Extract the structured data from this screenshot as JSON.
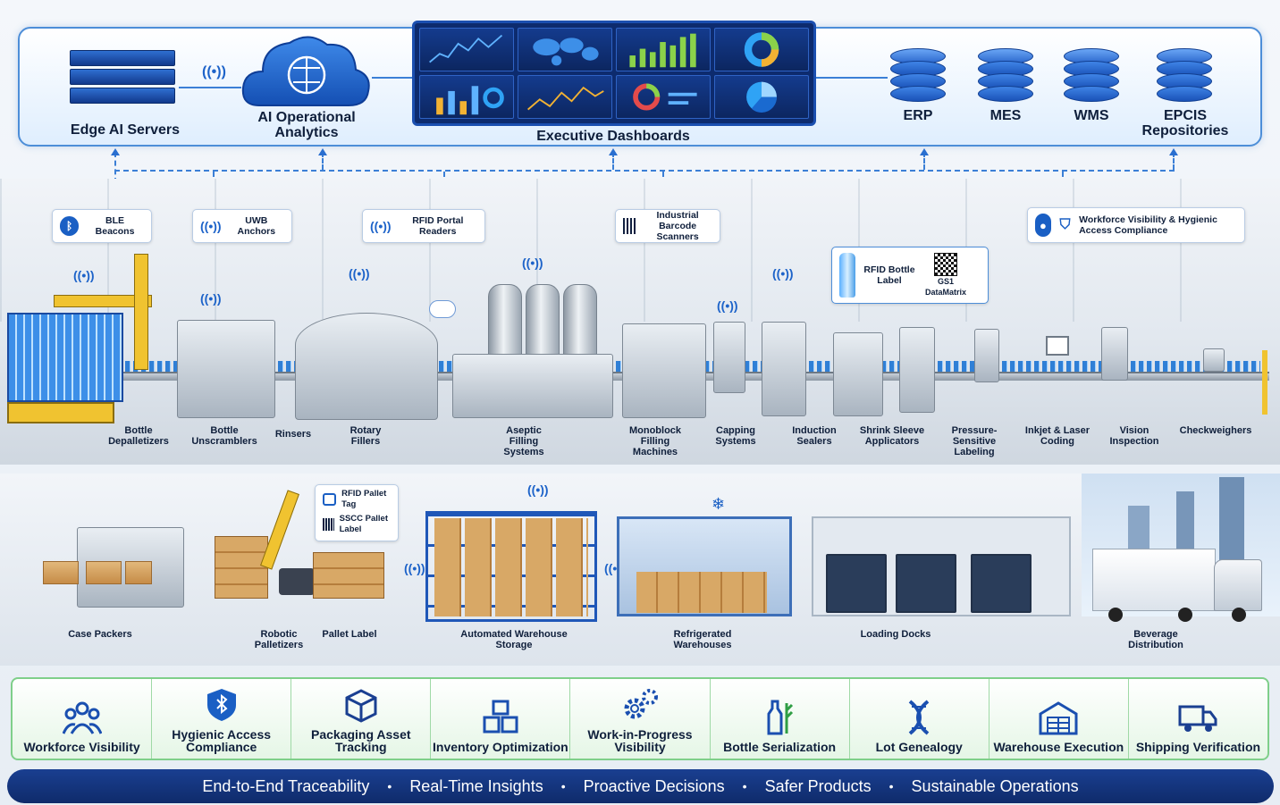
{
  "top_systems": {
    "edge_ai": "Edge AI Servers",
    "ai_analytics": "AI Operational Analytics",
    "dashboards": "Executive Dashboards",
    "erp": "ERP",
    "mes": "MES",
    "wms": "WMS",
    "epcis": "EPCIS Repositories"
  },
  "sensors": {
    "ble": "BLE Beacons",
    "uwb": "UWB Anchors",
    "rfid_portal": "RFID Portal Readers",
    "barcode": "Industrial Barcode Scanners",
    "workforce": "Workforce Visibility & Hygienic Access Compliance",
    "rfid_bottle_label": "RFID Bottle Label",
    "gs1": "GS1 DataMatrix"
  },
  "line_stations": [
    "Bottle Depalletizers",
    "Bottle Unscramblers",
    "Rinsers",
    "Rotary Fillers",
    "Aseptic Filling Systems",
    "Monoblock Filling Machines",
    "Capping Systems",
    "Induction Sealers",
    "Shrink Sleeve Applicators",
    "Pressure-Sensitive Labeling",
    "Inkjet & Laser Coding",
    "Vision Inspection",
    "Checkweighers"
  ],
  "pallet_tags": {
    "rfid_pallet": "RFID Pallet Tag",
    "sscc": "SSCC Pallet Label"
  },
  "warehouse_stations": [
    "Case Packers",
    "Robotic Palletizers",
    "Pallet Label",
    "Automated Warehouse Storage",
    "Refrigerated Warehouses",
    "Loading Docks",
    "Beverage Distribution"
  ],
  "benefits": [
    {
      "label": "Workforce Visibility",
      "icon": "people-icon"
    },
    {
      "label": "Hygienic Access Compliance",
      "icon": "shield-bluetooth-icon"
    },
    {
      "label": "Packaging Asset Tracking",
      "icon": "box-icon"
    },
    {
      "label": "Inventory Optimization",
      "icon": "boxes-icon"
    },
    {
      "label": "Work-in-Progress Visibility",
      "icon": "gears-icon"
    },
    {
      "label": "Bottle Serialization",
      "icon": "bottles-icon"
    },
    {
      "label": "Lot Genealogy",
      "icon": "dna-icon"
    },
    {
      "label": "Warehouse Execution",
      "icon": "warehouse-icon"
    },
    {
      "label": "Shipping Verification",
      "icon": "truck-icon"
    }
  ],
  "banner": [
    "End-to-End Traceability",
    "Real-Time Insights",
    "Proactive Decisions",
    "Safer Products",
    "Sustainable Operations"
  ],
  "colors": {
    "accent": "#1a5fc4",
    "banner": "#1a3f91",
    "benefit_border": "#7fcf8a"
  }
}
